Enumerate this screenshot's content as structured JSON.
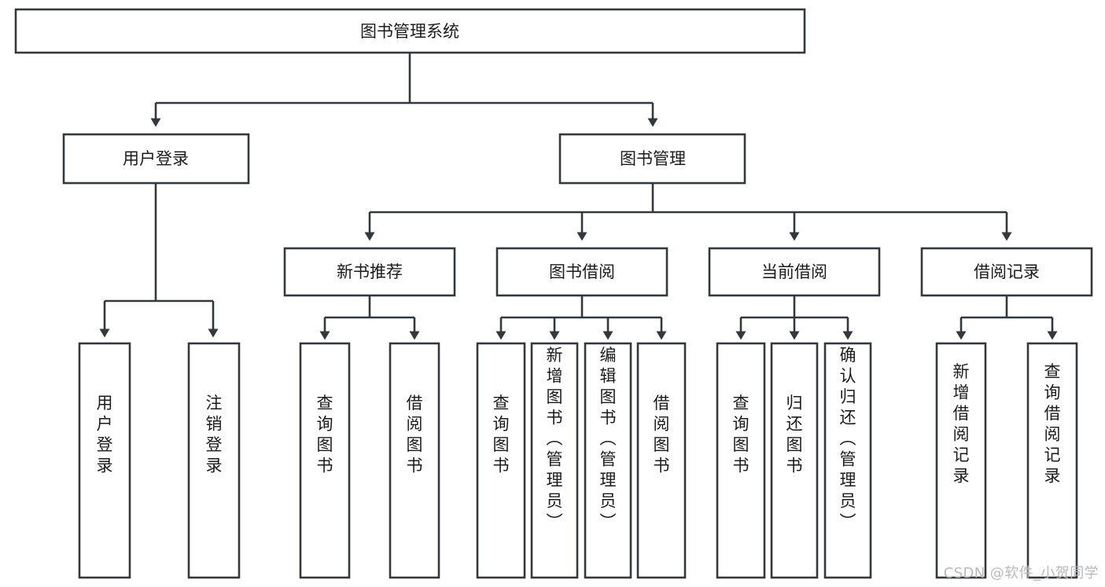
{
  "diagram": {
    "type": "tree-hierarchy-chart",
    "title": "图书管理系统",
    "watermark": "CSDN @软件_小贺同学",
    "colors": {
      "box_stroke": "#33383d",
      "box_fill": "#ffffff",
      "connector": "#33383d",
      "text": "#1b1b1b",
      "watermark": "#b9babc",
      "background": "#ffffff"
    },
    "levels": {
      "level1": [
        {
          "id": "root",
          "label": "图书管理系统"
        }
      ],
      "level2": [
        {
          "id": "user-login",
          "label": "用户登录"
        },
        {
          "id": "book-management",
          "label": "图书管理"
        }
      ],
      "level3": [
        {
          "id": "new-book-recommend",
          "label": "新书推荐",
          "parent": "book-management"
        },
        {
          "id": "book-borrow",
          "label": "图书借阅",
          "parent": "book-management"
        },
        {
          "id": "current-borrow",
          "label": "当前借阅",
          "parent": "book-management"
        },
        {
          "id": "borrow-record",
          "label": "借阅记录",
          "parent": "book-management"
        }
      ],
      "leaves": [
        {
          "id": "leaf-user-login",
          "label": "用户登录",
          "parent": "user-login"
        },
        {
          "id": "leaf-logout-login",
          "label": "注销登录",
          "parent": "user-login"
        },
        {
          "id": "leaf-query-book-1",
          "label": "查询图书",
          "parent": "new-book-recommend"
        },
        {
          "id": "leaf-borrow-book-1",
          "label": "借阅图书",
          "parent": "new-book-recommend"
        },
        {
          "id": "leaf-query-book-2",
          "label": "查询图书",
          "parent": "book-borrow"
        },
        {
          "id": "leaf-add-book",
          "label": "新增图书（管理员）",
          "parent": "book-borrow"
        },
        {
          "id": "leaf-edit-book",
          "label": "编辑图书（管理员）",
          "parent": "book-borrow"
        },
        {
          "id": "leaf-borrow-book-2",
          "label": "借阅图书",
          "parent": "book-borrow"
        },
        {
          "id": "leaf-query-book-3",
          "label": "查询图书",
          "parent": "current-borrow"
        },
        {
          "id": "leaf-return-book",
          "label": "归还图书",
          "parent": "current-borrow"
        },
        {
          "id": "leaf-confirm-return",
          "label": "确认归还（管理员）",
          "parent": "current-borrow"
        },
        {
          "id": "leaf-add-record",
          "label": "新增借阅记录",
          "parent": "borrow-record"
        },
        {
          "id": "leaf-query-record",
          "label": "查询借阅记录",
          "parent": "borrow-record"
        }
      ]
    }
  }
}
